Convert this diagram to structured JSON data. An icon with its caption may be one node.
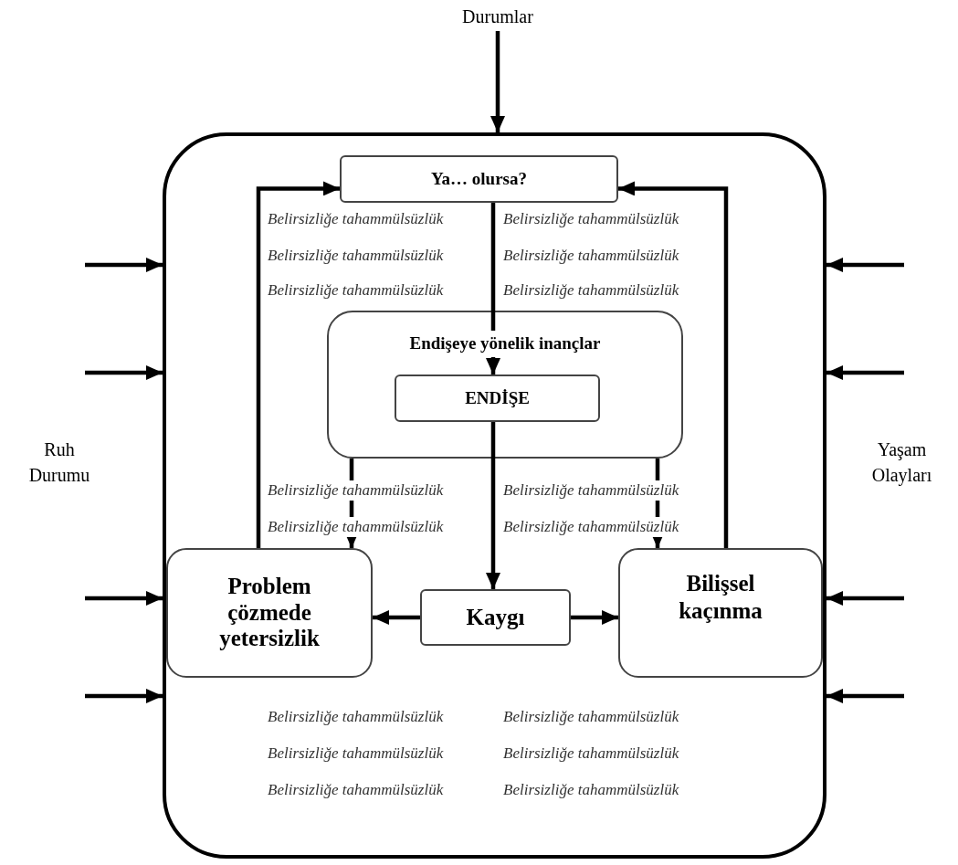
{
  "diagram": {
    "nodes": [
      {
        "text": [],
        "shape": "box"
      },
      {
        "text": [
          "Durumlar"
        ]
      },
      {
        "text": [
          "Ya… olursa?"
        ],
        "in": 0
      },
      {
        "text": [
          "Endişeye yönelik inançlar"
        ],
        "in": 0
      },
      {
        "text": [
          "ENDİŞE"
        ],
        "in": 3
      },
      {
        "text": [
          "Problem çözmede yetersizlik"
        ],
        "in": 0
      },
      {
        "text": [
          "Kaygı"
        ],
        "in": 0
      },
      {
        "text": [
          "Bilişsel kaçınma"
        ],
        "in": 0
      }
    ],
    "edges": [
      {
        "from": 1,
        "to": 0,
        "arrow": "to"
      },
      {
        "from": 2,
        "to": 4,
        "arrow": "to"
      },
      {
        "from": 4,
        "to": 6,
        "arrow": "to"
      },
      {
        "from": 3,
        "to": 5,
        "arrow": "to"
      },
      {
        "from": 3,
        "to": 7,
        "arrow": "to"
      },
      {
        "from": 6,
        "to": 5,
        "arrow": "to"
      },
      {
        "from": 6,
        "to": 7,
        "arrow": "to"
      },
      {
        "from": 5,
        "to": 2,
        "arrow": "to"
      },
      {
        "from": 7,
        "to": 2,
        "arrow": "to"
      },
      {
        "from": null,
        "to": 0,
        "arrow": "to"
      },
      {
        "from": null,
        "to": 0,
        "arrow": "to"
      },
      {
        "from": null,
        "to": 0,
        "arrow": "to"
      },
      {
        "from": null,
        "to": 0,
        "arrow": "to"
      },
      {
        "from": null,
        "to": 0,
        "arrow": "to"
      },
      {
        "from": null,
        "to": 0,
        "arrow": "to"
      },
      {
        "from": null,
        "to": 0,
        "arrow": "to"
      },
      {
        "from": null,
        "to": 0,
        "arrow": "to"
      }
    ],
    "labels": [
      "Ruh Durumu",
      "Yaşam Olayları",
      "Belirsizliğe tahammülsüzlük",
      "Belirsizliğe tahammülsüzlük",
      "Belirsizliğe tahammülsüzlük",
      "Belirsizliğe tahammülsüzlük",
      "Belirsizliğe tahammülsüzlük",
      "Belirsizliğe tahammülsüzlük",
      "Belirsizliğe tahammülsüzlük",
      "Belirsizliğe tahammülsüzlük",
      "Belirsizliğe tahammülsüzlük",
      "Belirsizliğe tahammülsüzlük",
      "Belirsizliğe tahammülsüzlük",
      "Belirsizliğe tahammülsüzlük",
      "Belirsizliğe tahammülsüzlük",
      "Belirsizliğe tahammülsüzlük",
      "Belirsizliğe tahammülsüzlük",
      "Belirsizliğe tahammülsüzlük"
    ]
  }
}
